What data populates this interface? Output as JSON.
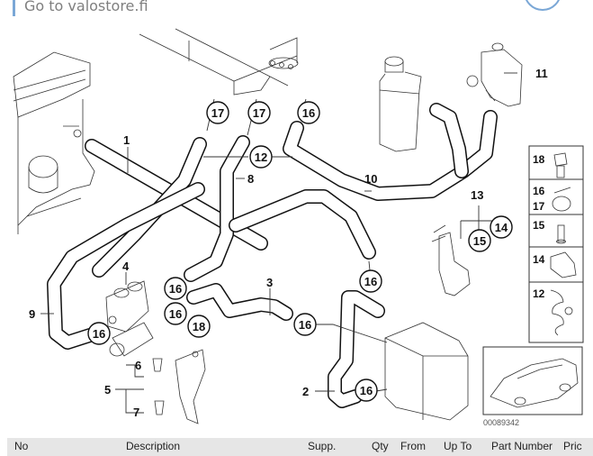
{
  "header": {
    "link_text": "Go to valostore.fi"
  },
  "diagram": {
    "title": "Heater hoses / water valve assembly",
    "reference_number": "00089342",
    "plain_labels": [
      "1",
      "2",
      "3",
      "4",
      "5",
      "6",
      "7",
      "8",
      "9",
      "10",
      "11",
      "13"
    ],
    "circled_labels": [
      "17",
      "17",
      "16",
      "12",
      "16",
      "16",
      "16",
      "16",
      "18",
      "16",
      "16",
      "15",
      "14"
    ],
    "legend_panel": [
      {
        "labels": [
          "18"
        ],
        "part": "bolt"
      },
      {
        "labels": [
          "16",
          "17"
        ],
        "part": "hose-clamp"
      },
      {
        "labels": [
          "15"
        ],
        "part": "screw"
      },
      {
        "labels": [
          "14"
        ],
        "part": "clip"
      },
      {
        "labels": [
          "12"
        ],
        "part": "multi-hose-holder"
      }
    ]
  },
  "table": {
    "columns": [
      "No",
      "Description",
      "Supp.",
      "Qty",
      "From",
      "Up To",
      "Part Number",
      "Pric"
    ]
  }
}
